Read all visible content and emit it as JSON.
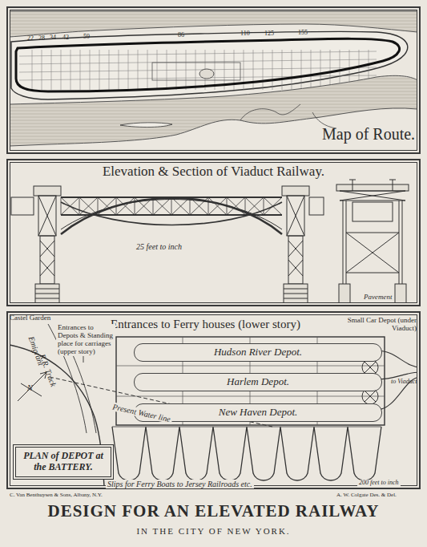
{
  "diagram": {
    "title": "DESIGN FOR AN ELEVATED RAILWAY",
    "caption": "IN THE CITY OF NEW YORK.",
    "nodes": [
      {
        "text": [
          "Map of Route."
        ]
      },
      {
        "text": [
          "Elevation & Section of Viaduct Railway."
        ]
      },
      {
        "text": [
          "Entrances to Ferry houses (lower story)"
        ]
      },
      {
        "text": [
          "PLAN of DEPOT at the BATTERY."
        ],
        "in": 2
      },
      {
        "text": [
          "Hudson River Depot."
        ],
        "in": 2
      },
      {
        "text": [
          "Harlem Depot."
        ],
        "in": 2
      },
      {
        "text": [
          "New Haven Depot."
        ],
        "in": 2
      }
    ],
    "labels": [
      "22",
      "28",
      "34",
      "42",
      "59",
      "86",
      "110",
      "125",
      "155",
      "25 feet to inch",
      "Pavement",
      "Castel Garden",
      "Emigrant",
      "R.R. Track",
      "Incline",
      "Small Car Depot (under Viaduct)",
      "Entrances to Depots & Standing place for carriages (upper story)",
      "Present Water line",
      "to Viaduct",
      "N",
      "Slips for Ferry Boats to Jersey Railroads etc.",
      "200 feet to inch",
      "C. Van Benthuysen & Sons, Albany, N.Y.",
      "A. W. Colgate Des. & Del."
    ]
  }
}
